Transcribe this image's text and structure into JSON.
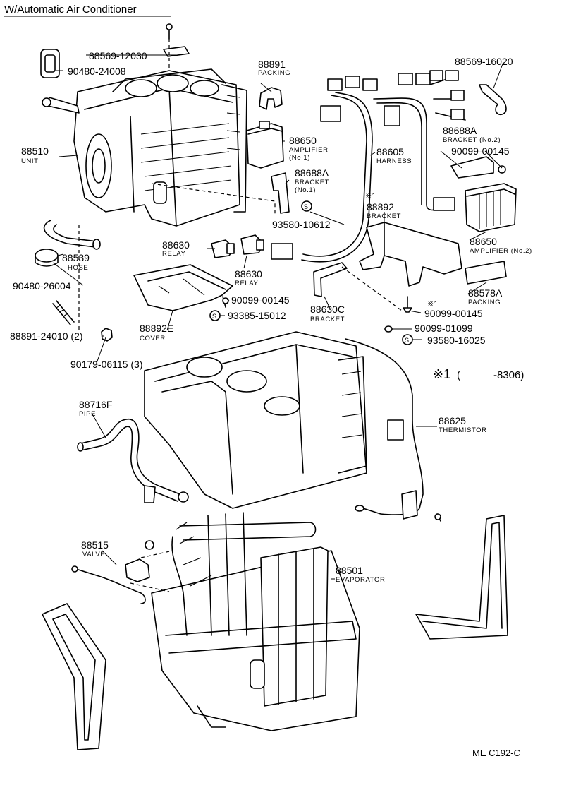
{
  "title": "W/Automatic Air Conditioner",
  "diagram_code": "ME C192-C",
  "footnote": {
    "symbol": "※1",
    "open": "(",
    "range": "-8306)"
  },
  "s_symbol": "S",
  "parts": [
    {
      "id": "p1",
      "number": "88569-12030",
      "name": ""
    },
    {
      "id": "p2",
      "number": "90480-24008",
      "name": ""
    },
    {
      "id": "p3",
      "number": "88891",
      "name": "PACKING"
    },
    {
      "id": "p4",
      "number": "88569-16020",
      "name": ""
    },
    {
      "id": "p5",
      "number": "88688A",
      "name": "BRACKET (No.2)"
    },
    {
      "id": "p6",
      "number": "90099-00145",
      "name": ""
    },
    {
      "id": "p7",
      "number": "88510",
      "name": "UNIT"
    },
    {
      "id": "p8",
      "number": "88650",
      "name": "AMPLIFIER",
      "sub": "(No.1)"
    },
    {
      "id": "p9",
      "number": "88605",
      "name": "HARNESS"
    },
    {
      "id": "p10",
      "number": "88688A",
      "name": "BRACKET",
      "sub": "(No.1)"
    },
    {
      "id": "p11",
      "number": "88892",
      "name": "BRACKET",
      "mark": "※1"
    },
    {
      "id": "p12",
      "number": "93580-10612",
      "name": ""
    },
    {
      "id": "p13",
      "number": "88650",
      "name": "AMPLIFIER (No.2)"
    },
    {
      "id": "p14",
      "number": "88630",
      "name": "RELAY"
    },
    {
      "id": "p15",
      "number": "88539",
      "name": "HOSE"
    },
    {
      "id": "p16",
      "number": "88630",
      "name": "RELAY"
    },
    {
      "id": "p17",
      "number": "90480-26004",
      "name": ""
    },
    {
      "id": "p18",
      "number": "88578A",
      "name": "PACKING"
    },
    {
      "id": "p19",
      "number": "90099-00145",
      "name": ""
    },
    {
      "id": "p20",
      "number": "93385-15012",
      "name": ""
    },
    {
      "id": "p21",
      "number": "88630C",
      "name": "BRACKET"
    },
    {
      "id": "p22",
      "number": "90099-00145",
      "name": "",
      "mark": "※1"
    },
    {
      "id": "p23",
      "number": "88891-24010 (2)",
      "name": ""
    },
    {
      "id": "p24",
      "number": "88892E",
      "name": "COVER"
    },
    {
      "id": "p25",
      "number": "90099-01099",
      "name": ""
    },
    {
      "id": "p26",
      "number": "93580-16025",
      "name": ""
    },
    {
      "id": "p27",
      "number": "90179-06115 (3)",
      "name": ""
    },
    {
      "id": "p28",
      "number": "88716F",
      "name": "PIPE"
    },
    {
      "id": "p29",
      "number": "88625",
      "name": "THERMISTOR"
    },
    {
      "id": "p30",
      "number": "88515",
      "name": "VALVE"
    },
    {
      "id": "p31",
      "number": "88501",
      "name": "EVAPORATOR"
    }
  ]
}
